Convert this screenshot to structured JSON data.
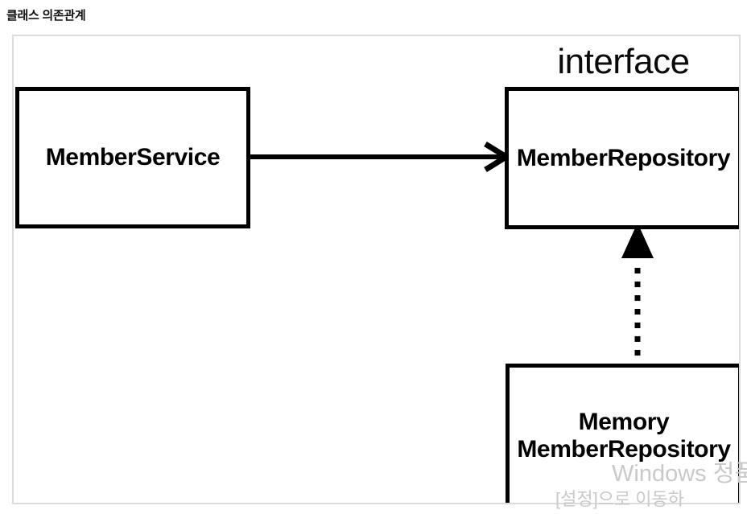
{
  "page": {
    "title": "클래스 의존관계"
  },
  "diagram": {
    "type": "uml-class-diagram",
    "stereotype_caption": "interface",
    "nodes": [
      {
        "id": "member-service",
        "label": "MemberService",
        "kind": "class"
      },
      {
        "id": "member-repository",
        "label": "MemberRepository",
        "kind": "interface",
        "caption": "interface"
      },
      {
        "id": "memory-member-repository",
        "label": "Memory\nMemberRepository",
        "line1": "Memory",
        "line2": "MemberRepository",
        "kind": "class"
      }
    ],
    "edges": [
      {
        "id": "dependency",
        "from": "member-service",
        "to": "member-repository",
        "style": "solid",
        "arrowhead": "open",
        "direction": "right"
      },
      {
        "id": "realization",
        "from": "memory-member-repository",
        "to": "member-repository",
        "style": "dotted",
        "arrowhead": "closed-triangle",
        "direction": "up"
      }
    ],
    "colors": {
      "stroke": "#000000",
      "fill": "#ffffff",
      "frame_border": "#dcdcdc",
      "watermark": "#c9c9c9"
    }
  },
  "watermark": {
    "line1": "Windows 정품",
    "line2": "[설정]으로 이동하"
  }
}
